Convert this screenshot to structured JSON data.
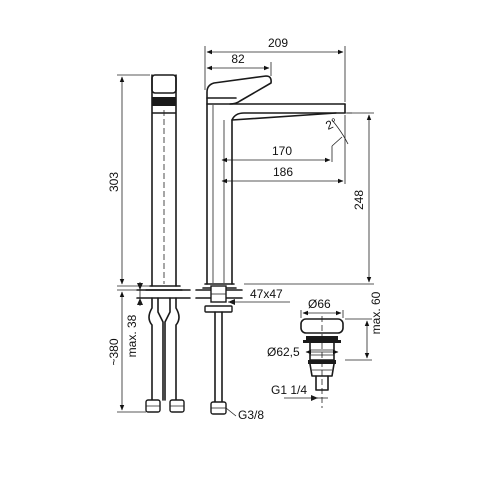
{
  "dimensions": {
    "overall_width": "209",
    "lever_length": "82",
    "tilt_angle": "2°",
    "reach_to_spout_a": "170",
    "reach_to_spout_b": "186",
    "total_height": "303",
    "spout_height": "248",
    "cutout": "47x47",
    "drain_diameter": "Ø66",
    "drain_height": "max. 60",
    "drain_flange": "Ø62,5",
    "drain_thread": "G1 1/4",
    "hose_length": "~380",
    "deck_thickness": "max. 38",
    "hose_thread": "G3/8"
  }
}
